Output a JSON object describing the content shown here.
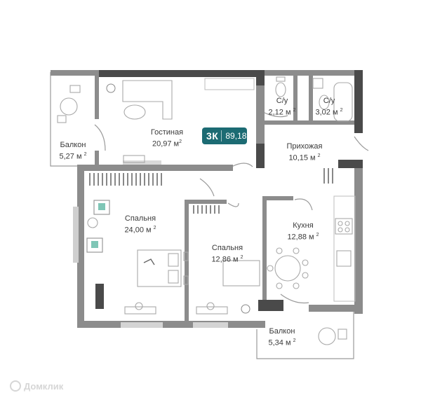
{
  "apartment": {
    "type": "3К",
    "total_area": "89,18"
  },
  "rooms": {
    "living": {
      "name": "Гостиная",
      "area": "20,97 м",
      "sup": "2"
    },
    "balcony1": {
      "name": "Балкон",
      "area": "5,27 м ",
      "sup": "2"
    },
    "bath1": {
      "name": "С/у",
      "area": "2,12 м ",
      "sup": "2"
    },
    "bath2": {
      "name": "С/у",
      "area": "3,02 м ",
      "sup": "2"
    },
    "hall": {
      "name": "Прихожая",
      "area": "10,15 м ",
      "sup": "2"
    },
    "bedroom1": {
      "name": "Спальня",
      "area": "24,00 м ",
      "sup": "2"
    },
    "bedroom2": {
      "name": "Спальня",
      "area": "12,86 м ",
      "sup": "2"
    },
    "kitchen": {
      "name": "Кухня",
      "area": "12,88 м ",
      "sup": "2"
    },
    "balcony2": {
      "name": "Балкон",
      "area": "5,34 м ",
      "sup": "2"
    }
  },
  "watermark": {
    "text": "Домклик"
  },
  "colors": {
    "wall": "#8a8a8a",
    "wall_dark": "#4a4a4a",
    "accent": "#1c6b73",
    "plant": "#7fc6b6"
  }
}
